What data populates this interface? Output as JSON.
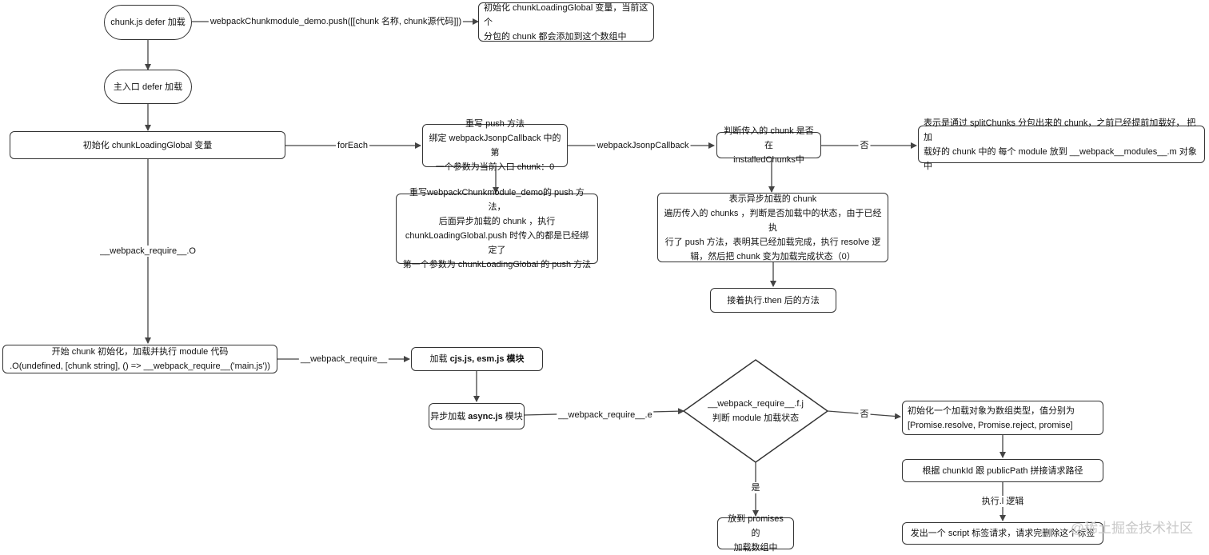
{
  "nodes": {
    "chunk_defer": "chunk.js defer 加载",
    "init_push": "初始化 chunkLoadingGlobal 变量，当前这个\n分包的 chunk 都会添加到这个数组中",
    "main_defer": "主入口 defer 加载",
    "init_var": "初始化 chunkLoadingGlobal 变量",
    "rewrite_push": "重写 push 方法\n绑定 webpackJsonpCallback 中的第\n一个参数为当前入口 chunk：0",
    "rewrite_push_desc": "重写webpackChunkmodule_demo的 push 方法，\n后面异步加载的 chunk ，执行\nchunkLoadingGlobal.push 时传入的都是已经绑定了\n第一个参数为 chunkLoadingGlobal 的 push 方法",
    "judge_installed": "判断传入的 chunk 是否在\ninstalledChunks中",
    "split_chunks": "表示是通过 splitChunks 分包出来的 chunk，之前已经提前加载好， 把加\n载好的 chunk 中的 每个 module 放到 __webpack__modules__.m 对象中",
    "async_chunk": "表示异步加载的 chunk\n遍历传入的 chunks ，判断是否加载中的状态，由于已经执\n行了 push 方法，表明其已经加载完成，执行 resolve 逻\n辑，然后把 chunk 变为加载完成状态（0）",
    "then_exec": "接着执行.then 后的方法",
    "start_chunk": "开始 chunk 初始化，加载并执行 module 代码\n.O(undefined, [chunk string], () => __webpack_require__('main.js'))",
    "load_cjs_prefix": "加载 ",
    "load_cjs_bold": "cjs.js, esm.js 模块",
    "async_load_prefix": "异步加载 ",
    "async_load_bold": "async.js",
    "async_load_suffix": " 模块",
    "diamond": "__webpack_require__.f.j\n判断 module 加载状态",
    "promises": "放到 promises 的\n加载数组中",
    "init_promise": "初始化一个加载对象为数组类型，值分别为\n[Promise.resolve, Promise.reject, promise]",
    "chunk_path": "根据 chunkId 跟 publicPath 拼接请求路径",
    "script_req": "发出一个 script 标签请求，请求完删除这个标签"
  },
  "edge_labels": {
    "push": "webpackChunkmodule_demo.push([[chunk 名称, chunk源代码]])",
    "foreach": "forEach",
    "jsonp_callback": "webpackJsonpCallback",
    "no_1": "否",
    "require_O": "__webpack_require__.O",
    "require": "__webpack_require__",
    "require_e": "__webpack_require__.e",
    "no_2": "否",
    "yes": "是",
    "l_logic": "执行.l 逻辑"
  },
  "watermark": "@稀土掘金技术社区"
}
